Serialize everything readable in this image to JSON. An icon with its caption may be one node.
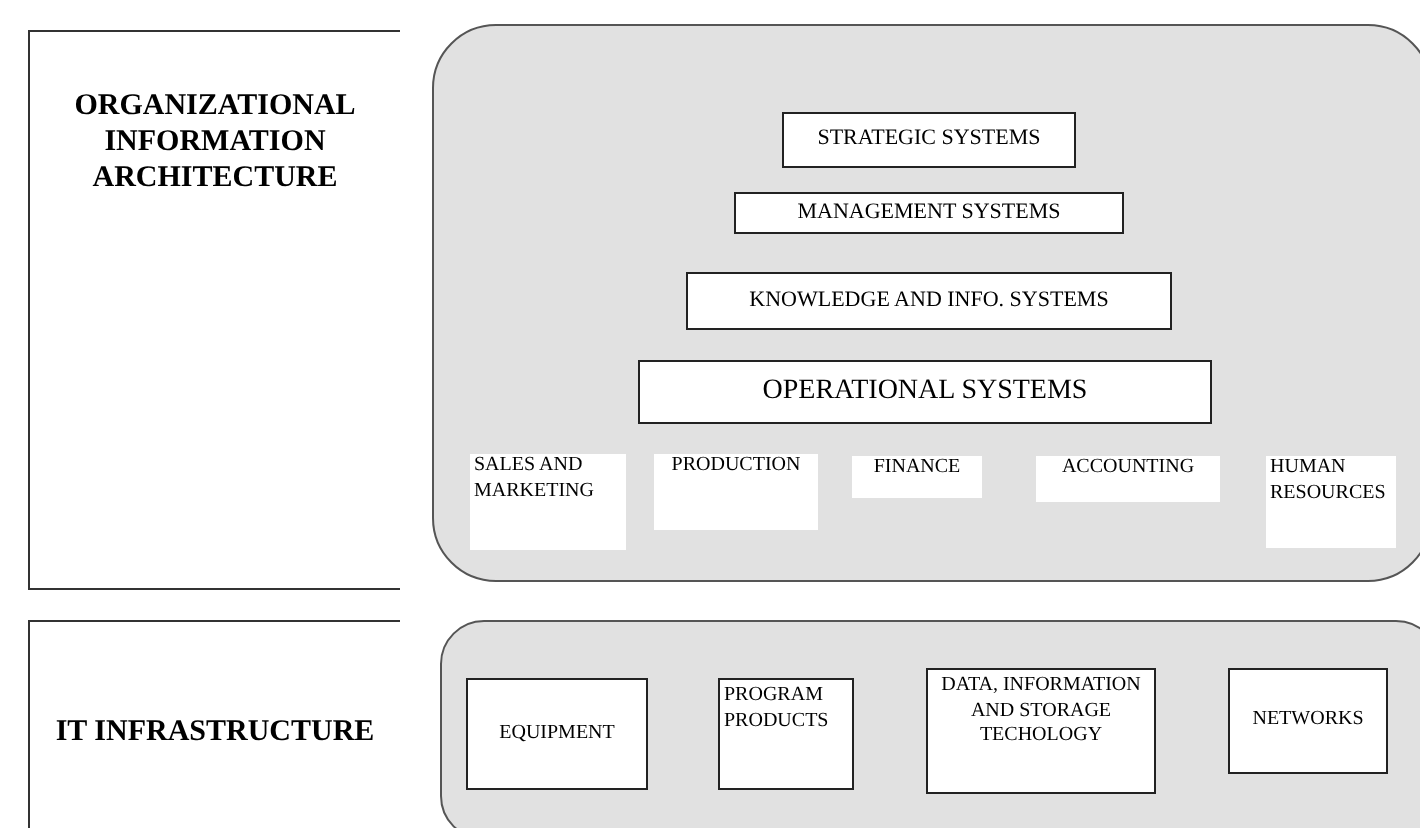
{
  "diagram": {
    "nodes": [
      {
        "text": [
          "ORGANIZATIONAL INFORMATION ARCHITECTURE"
        ]
      },
      {
        "text": [],
        "shape": "box"
      },
      {
        "text": [
          "STRATEGIC SYSTEMS"
        ],
        "in": 1
      },
      {
        "text": [
          "MANAGEMENT SYSTEMS"
        ],
        "in": 1
      },
      {
        "text": [
          "KNOWLEDGE AND INFO. SYSTEMS"
        ],
        "in": 1
      },
      {
        "text": [
          "OPERATIONAL SYSTEMS"
        ],
        "in": 1
      },
      {
        "text": [
          "SALES AND MARKETING"
        ],
        "in": 1
      },
      {
        "text": [
          "PRODUCTION"
        ],
        "in": 1
      },
      {
        "text": [
          "FINANCE"
        ],
        "in": 1
      },
      {
        "text": [
          "ACCOUNTING"
        ],
        "in": 1
      },
      {
        "text": [
          "HUMAN RESOURCES"
        ],
        "in": 1
      },
      {
        "text": [
          "IT INFRASTRUCTURE"
        ]
      },
      {
        "text": [],
        "shape": "box"
      },
      {
        "text": [
          "EQUIPMENT"
        ],
        "in": 12
      },
      {
        "text": [
          "PROGRAM PRODUCTS"
        ],
        "in": 12
      },
      {
        "text": [
          "DATA, INFORMATION AND STORAGE TECHOLOGY"
        ],
        "in": 12
      },
      {
        "text": [
          "NETWORKS"
        ],
        "in": 12
      }
    ],
    "edges": []
  }
}
